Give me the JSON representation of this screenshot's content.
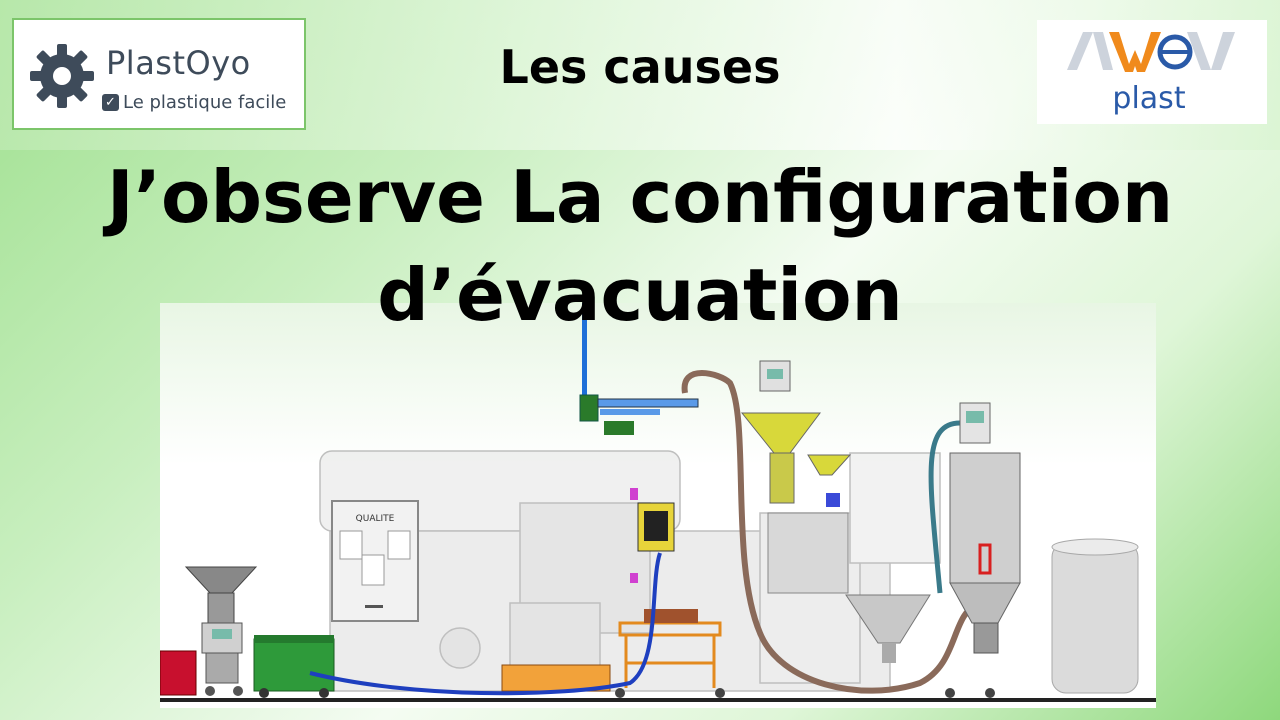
{
  "brand_left": {
    "name": "PlastOyo",
    "tagline": "Le plastique facile"
  },
  "brand_right": {
    "name": "plast"
  },
  "slide": {
    "subtitle": "Les causes",
    "title": "J’observe La configuration d’évacuation"
  },
  "illustration": {
    "machine_label": "QUALITE"
  },
  "colors": {
    "accent_green": "#7cc56a",
    "logo_gray": "#3e4b5a",
    "logo_orange": "#f08a1c",
    "logo_blue": "#2a5aa8",
    "hopper_yellow": "#d8d83a",
    "hose_brown": "#8a6a5a",
    "bin_green": "#2e9a3a",
    "bin_red": "#c8102e"
  }
}
